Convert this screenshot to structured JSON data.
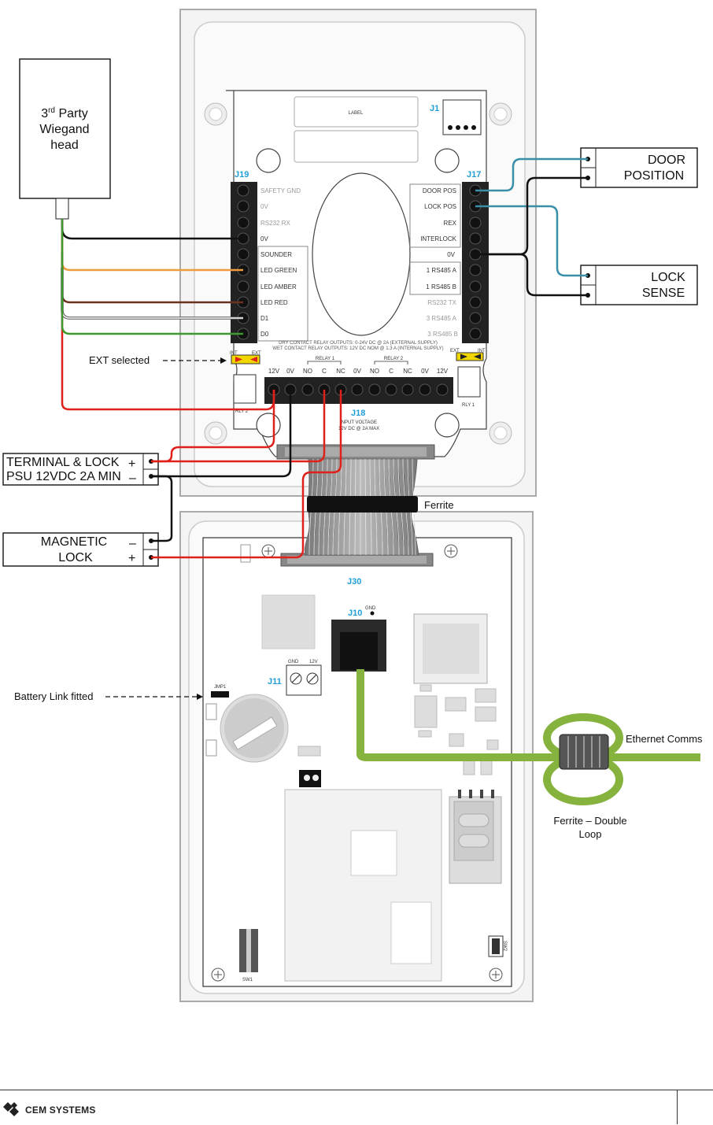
{
  "labels": {
    "wiegand_line1": "3",
    "wiegand_sup": "rd",
    "wiegand_line1b": " Party",
    "wiegand_line2": "Wiegand",
    "wiegand_line3": "head",
    "door_line1": "DOOR",
    "door_line2": "POSITION",
    "lock_line1": "LOCK",
    "lock_line2": "SENSE",
    "psu_line1": "TERMINAL & LOCK",
    "psu_line2": "PSU 12VDC 2A MIN",
    "mag_line1": "MAGNETIC",
    "mag_line2": "LOCK",
    "plus": "+",
    "minus": "–",
    "ext_selected": "EXT selected",
    "battery_link": "Battery Link fitted",
    "ferrite": "Ferrite",
    "ferrite_double_1": "Ferrite – Double",
    "ferrite_double_2": "Loop",
    "ethernet": "Ethernet Comms"
  },
  "board": {
    "label": "LABEL",
    "j1": "J1",
    "j19": "J19",
    "j17": "J17",
    "j18": "J18",
    "j30": "J30",
    "j10": "J10",
    "j11": "J11",
    "gnd": "GND",
    "gnd2": "GND",
    "v12": "12V",
    "jmp1": "JMP1",
    "sw1": "SW1",
    "sw2": "SW2",
    "int_l": "INT",
    "ext_l": "EXT",
    "int_r": "INT",
    "ext_r": "EXT",
    "rly1": "RLY 1",
    "rly2": "RLY 2",
    "relay1": "RELAY 1",
    "relay2": "RELAY 2",
    "input_voltage_1": "INPUT VOLTAGE",
    "input_voltage_2": "12V DC @ 2A MAX",
    "dry_contact": "DRY CONTACT RELAY OUTPUTS: 0-24V DC @ 2A (EXTERNAL SUPPLY)",
    "wet_contact": "WET CONTACT RELAY OUTPUTS: 12V DC NOM @ 1.3 A (INTERNAL SUPPLY)",
    "j19_pins": [
      "SAFETY GND",
      "0V",
      "RS232 RX",
      "0V",
      "SOUNDER",
      "LED GREEN",
      "LED AMBER",
      "LED RED",
      "D1",
      "D0"
    ],
    "j17_pins": [
      "DOOR POS",
      "LOCK POS",
      "REX",
      "INTERLOCK",
      "0V",
      "1 RS485 A",
      "1 RS485 B",
      "RS232 TX",
      "3 RS485 A",
      "3 RS485 B"
    ],
    "j18_pins": [
      "12V",
      "0V",
      "NO",
      "C",
      "NC",
      "0V",
      "NO",
      "C",
      "NC",
      "0V",
      "12V"
    ]
  },
  "footer": {
    "logo_text": "CEM SYSTEMS"
  },
  "colors": {
    "red": "#e0201b",
    "black": "#111111",
    "green": "#3f9a2e",
    "orange": "#f09a3e",
    "brown": "#6b3020",
    "blue": "#3a8fa8",
    "cable_green": "#86b33d",
    "label_blue": "#1f9ed6"
  }
}
